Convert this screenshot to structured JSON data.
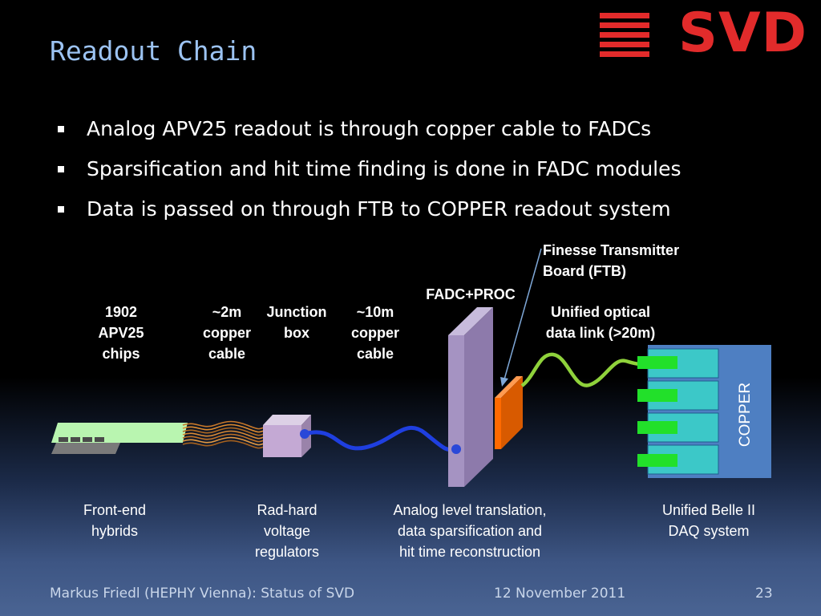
{
  "title": "Readout Chain",
  "logo": {
    "text": "SVD",
    "color": "#e22b2b"
  },
  "bullets": [
    "Analog APV25 readout is through copper cable to FADCs",
    "Sparsification and hit time finding is done in FADC modules",
    "Data is passed on through FTB to COPPER readout system"
  ],
  "diagram": {
    "top_labels": {
      "apv_chips": "1902\nAPV25\nchips",
      "copper_cable_2m": "~2m\ncopper\ncable",
      "junction_box": "Junction\nbox",
      "copper_cable_10m": "~10m\ncopper\ncable",
      "fadc_proc": "FADC+PROC",
      "ftb": "Finesse Transmitter\nBoard (FTB)",
      "optical_link": "Unified optical\ndata link (>20m)"
    },
    "copper_label": "COPPER",
    "bottom_labels": {
      "front_end": "Front-end\nhybrids",
      "regulators": "Rad-hard\nvoltage\nregulators",
      "fadc_function": "Analog level translation,\ndata sparsification and\nhit time reconstruction",
      "daq": "Unified Belle II\nDAQ system"
    }
  },
  "footer": {
    "author": "Markus Friedl (HEPHY Vienna): Status of SVD",
    "date": "12 November 2011",
    "page": "23"
  },
  "colors": {
    "title": "#9cc3f2",
    "hybrid": "#b9f5b0",
    "junction_box": "#c4a9d4",
    "blue_cable": "#1f3fe0",
    "fadc_crate": "#a593c2",
    "ftb": "#ff6a00",
    "optical_fiber": "#8fd23b",
    "copper_box": "#4e7fc2",
    "copper_slot": "#3cc8c8",
    "connector": "#22e02a"
  }
}
